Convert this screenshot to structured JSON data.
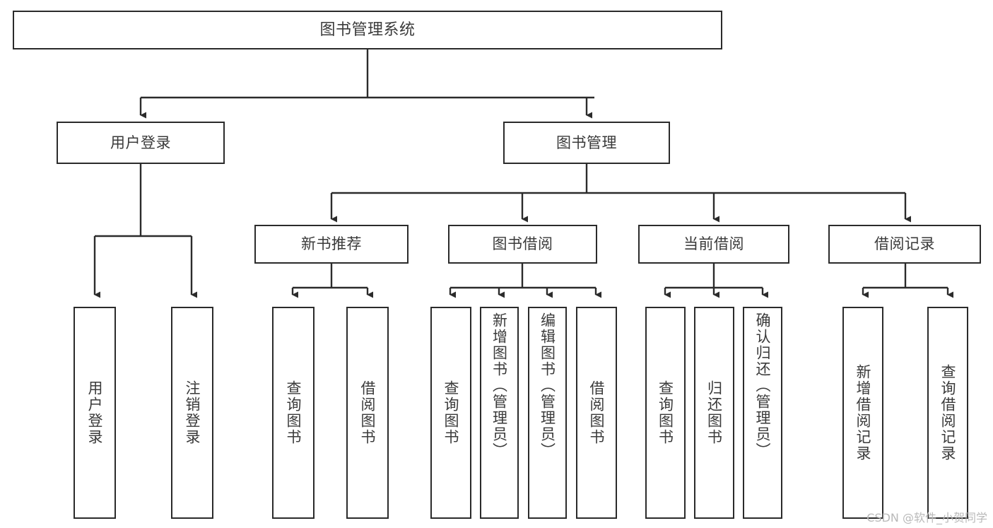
{
  "diagram": {
    "title": "图书管理系统",
    "type": "tree",
    "watermark": "CSDN @软件_小贺同学",
    "colors": {
      "border": "#2b2b2b",
      "text": "#3a3a3a",
      "background": "#ffffff",
      "edge": "#2b2b2b",
      "watermark": "#b9b9b9"
    },
    "nodes": {
      "root": {
        "label": "图书管理系统"
      },
      "level1": [
        {
          "label": "用户登录"
        },
        {
          "label": "图书管理"
        }
      ],
      "level2": [
        {
          "label": "新书推荐"
        },
        {
          "label": "图书借阅"
        },
        {
          "label": "当前借阅"
        },
        {
          "label": "借阅记录"
        }
      ],
      "leaves": {
        "user_login": [
          {
            "label": "用户登录"
          },
          {
            "label": "注销登录"
          }
        ],
        "new_book": [
          {
            "label": "查询图书"
          },
          {
            "label": "借阅图书"
          }
        ],
        "book_borrow": [
          {
            "label": "查询图书"
          },
          {
            "label": "新增图书（管理员）"
          },
          {
            "label": "编辑图书（管理员）"
          },
          {
            "label": "借阅图书"
          }
        ],
        "current_borrow": [
          {
            "label": "查询图书"
          },
          {
            "label": "归还图书"
          },
          {
            "label": "确认归还（管理员）"
          }
        ],
        "borrow_record": [
          {
            "label": "新增借阅记录"
          },
          {
            "label": "查询借阅记录"
          }
        ]
      }
    }
  }
}
